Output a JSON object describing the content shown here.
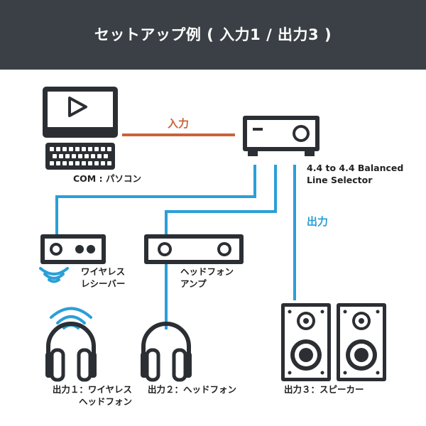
{
  "header": {
    "title": "セットアップ例 ( 入力1 / 出力3 )",
    "background": "#3a4046"
  },
  "colors": {
    "input_line": "#c8643a",
    "output_line": "#2a9fd8",
    "device": "#2b2f33"
  },
  "labels": {
    "input": "入力",
    "output": "出力",
    "pc": "COM : パソコン",
    "selector_line1": "4.4 to 4.4 Balanced",
    "selector_line2": "Line Selector",
    "receiver_line1": "ワイヤレス",
    "receiver_line2": "レシーバー",
    "amp_line1": "ヘッドフォン",
    "amp_line2": "アンプ",
    "out1_line1": "出力１：ワイヤレス",
    "out1_line2": "ヘッドフォン",
    "out2": "出力２：ヘッドフォン",
    "out3": "出力３：スピーカー"
  },
  "icons": [
    "monitor-icon",
    "keyboard-icon",
    "selector-box-icon",
    "wireless-receiver-icon",
    "headphone-amp-icon",
    "wifi-signal-icon",
    "wireless-headphones-icon",
    "headphones-icon",
    "speaker-icon"
  ]
}
